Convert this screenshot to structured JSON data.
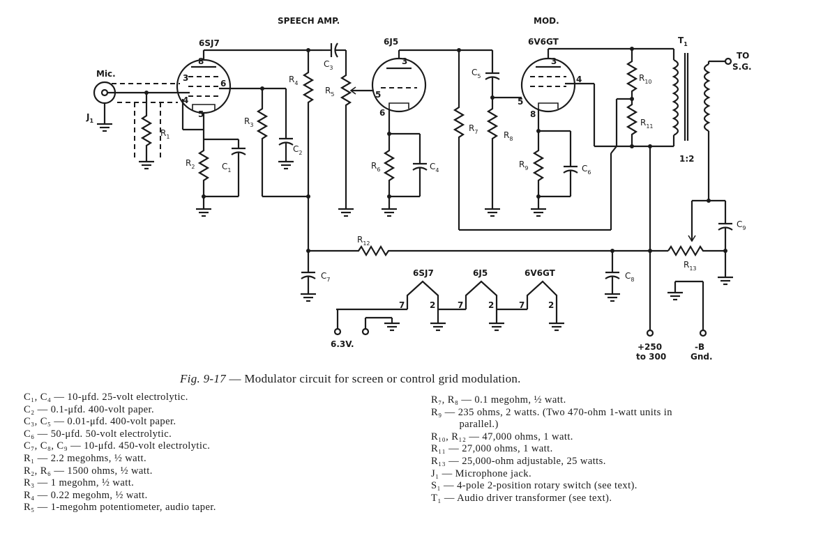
{
  "headings": {
    "speech_amp": "SPEECH AMP.",
    "mod": "MOD."
  },
  "tubes": {
    "v1": "6SJ7",
    "v2": "6J5",
    "v3": "6V6GT"
  },
  "components": {
    "mic": "Mic.",
    "j1": "J",
    "j1_sub": "1",
    "r1": "R",
    "r1_sub": "1",
    "r2": "R",
    "r2_sub": "2",
    "r3": "R",
    "r3_sub": "3",
    "r4": "R",
    "r4_sub": "4",
    "r5": "R",
    "r5_sub": "5",
    "r6": "R",
    "r6_sub": "6",
    "r7": "R",
    "r7_sub": "7",
    "r8": "R",
    "r8_sub": "8",
    "r9": "R",
    "r9_sub": "9",
    "r10": "R",
    "r10_sub": "10",
    "r11": "R",
    "r11_sub": "11",
    "r12": "R",
    "r12_sub": "12",
    "r13": "R",
    "r13_sub": "13",
    "c1": "C",
    "c1_sub": "1",
    "c2": "C",
    "c2_sub": "2",
    "c3": "C",
    "c3_sub": "3",
    "c4": "C",
    "c4_sub": "4",
    "c5": "C",
    "c5_sub": "5",
    "c6": "C",
    "c6_sub": "6",
    "c7": "C",
    "c7_sub": "7",
    "c8": "C",
    "c8_sub": "8",
    "c9": "C",
    "c9_sub": "9",
    "t1": "T",
    "t1_sub": "1",
    "ratio": "1:2"
  },
  "pins": {
    "v1_3": "3",
    "v1_4": "4",
    "v1_8": "8",
    "v1_6": "6",
    "v1_5": "5",
    "v2_3": "3",
    "v2_5": "5",
    "v2_6": "6",
    "v3_3": "3",
    "v3_4": "4",
    "v3_5": "5",
    "v3_8": "8",
    "h1_7": "7",
    "h1_2": "2",
    "h2_7": "7",
    "h2_2": "2",
    "h3_7": "7",
    "h3_2": "2"
  },
  "terminals": {
    "to": "TO",
    "sg": "S.G.",
    "heater": "6.3V.",
    "bplus_1": "+250",
    "bplus_2": "to 300",
    "bminus_1": "-B",
    "bminus_2": "Gnd."
  },
  "caption": {
    "fig": "Fig. 9-17",
    "text": " — Modulator circuit for screen or control grid modulation."
  },
  "legend_left": [
    "C₁, C₄ — 10-μfd. 25-volt electrolytic.",
    "C₂ — 0.1-μfd. 400-volt paper.",
    "C₃, C₅ — 0.01-μfd. 400-volt paper.",
    "C₆ — 50-μfd. 50-volt electrolytic.",
    "C₇, C₈, C₉ — 10-μfd. 450-volt electrolytic.",
    "R₁ — 2.2 megohms, ½ watt.",
    "R₂, R₆ — 1500 ohms, ½ watt.",
    "R₃ — 1 megohm, ½ watt.",
    "R₄ — 0.22 megohm, ½ watt.",
    "R₅ — 1-megohm potentiometer, audio taper."
  ],
  "legend_right": [
    "R₇, R₈ — 0.1 megohm, ½ watt.",
    "R₉ — 235 ohms, 2 watts. (Two 470-ohm 1-watt units in",
    "          parallel.)",
    "R₁₀, R₁₂ — 47,000 ohms, 1 watt.",
    "R₁₁ — 27,000 ohms, 1 watt.",
    "R₁₃ — 25,000-ohm adjustable, 25 watts.",
    "J₁ — Microphone jack.",
    "S₁ — 4-pole 2-position rotary switch (see text).",
    "T₁ — Audio driver transformer (see text)."
  ]
}
